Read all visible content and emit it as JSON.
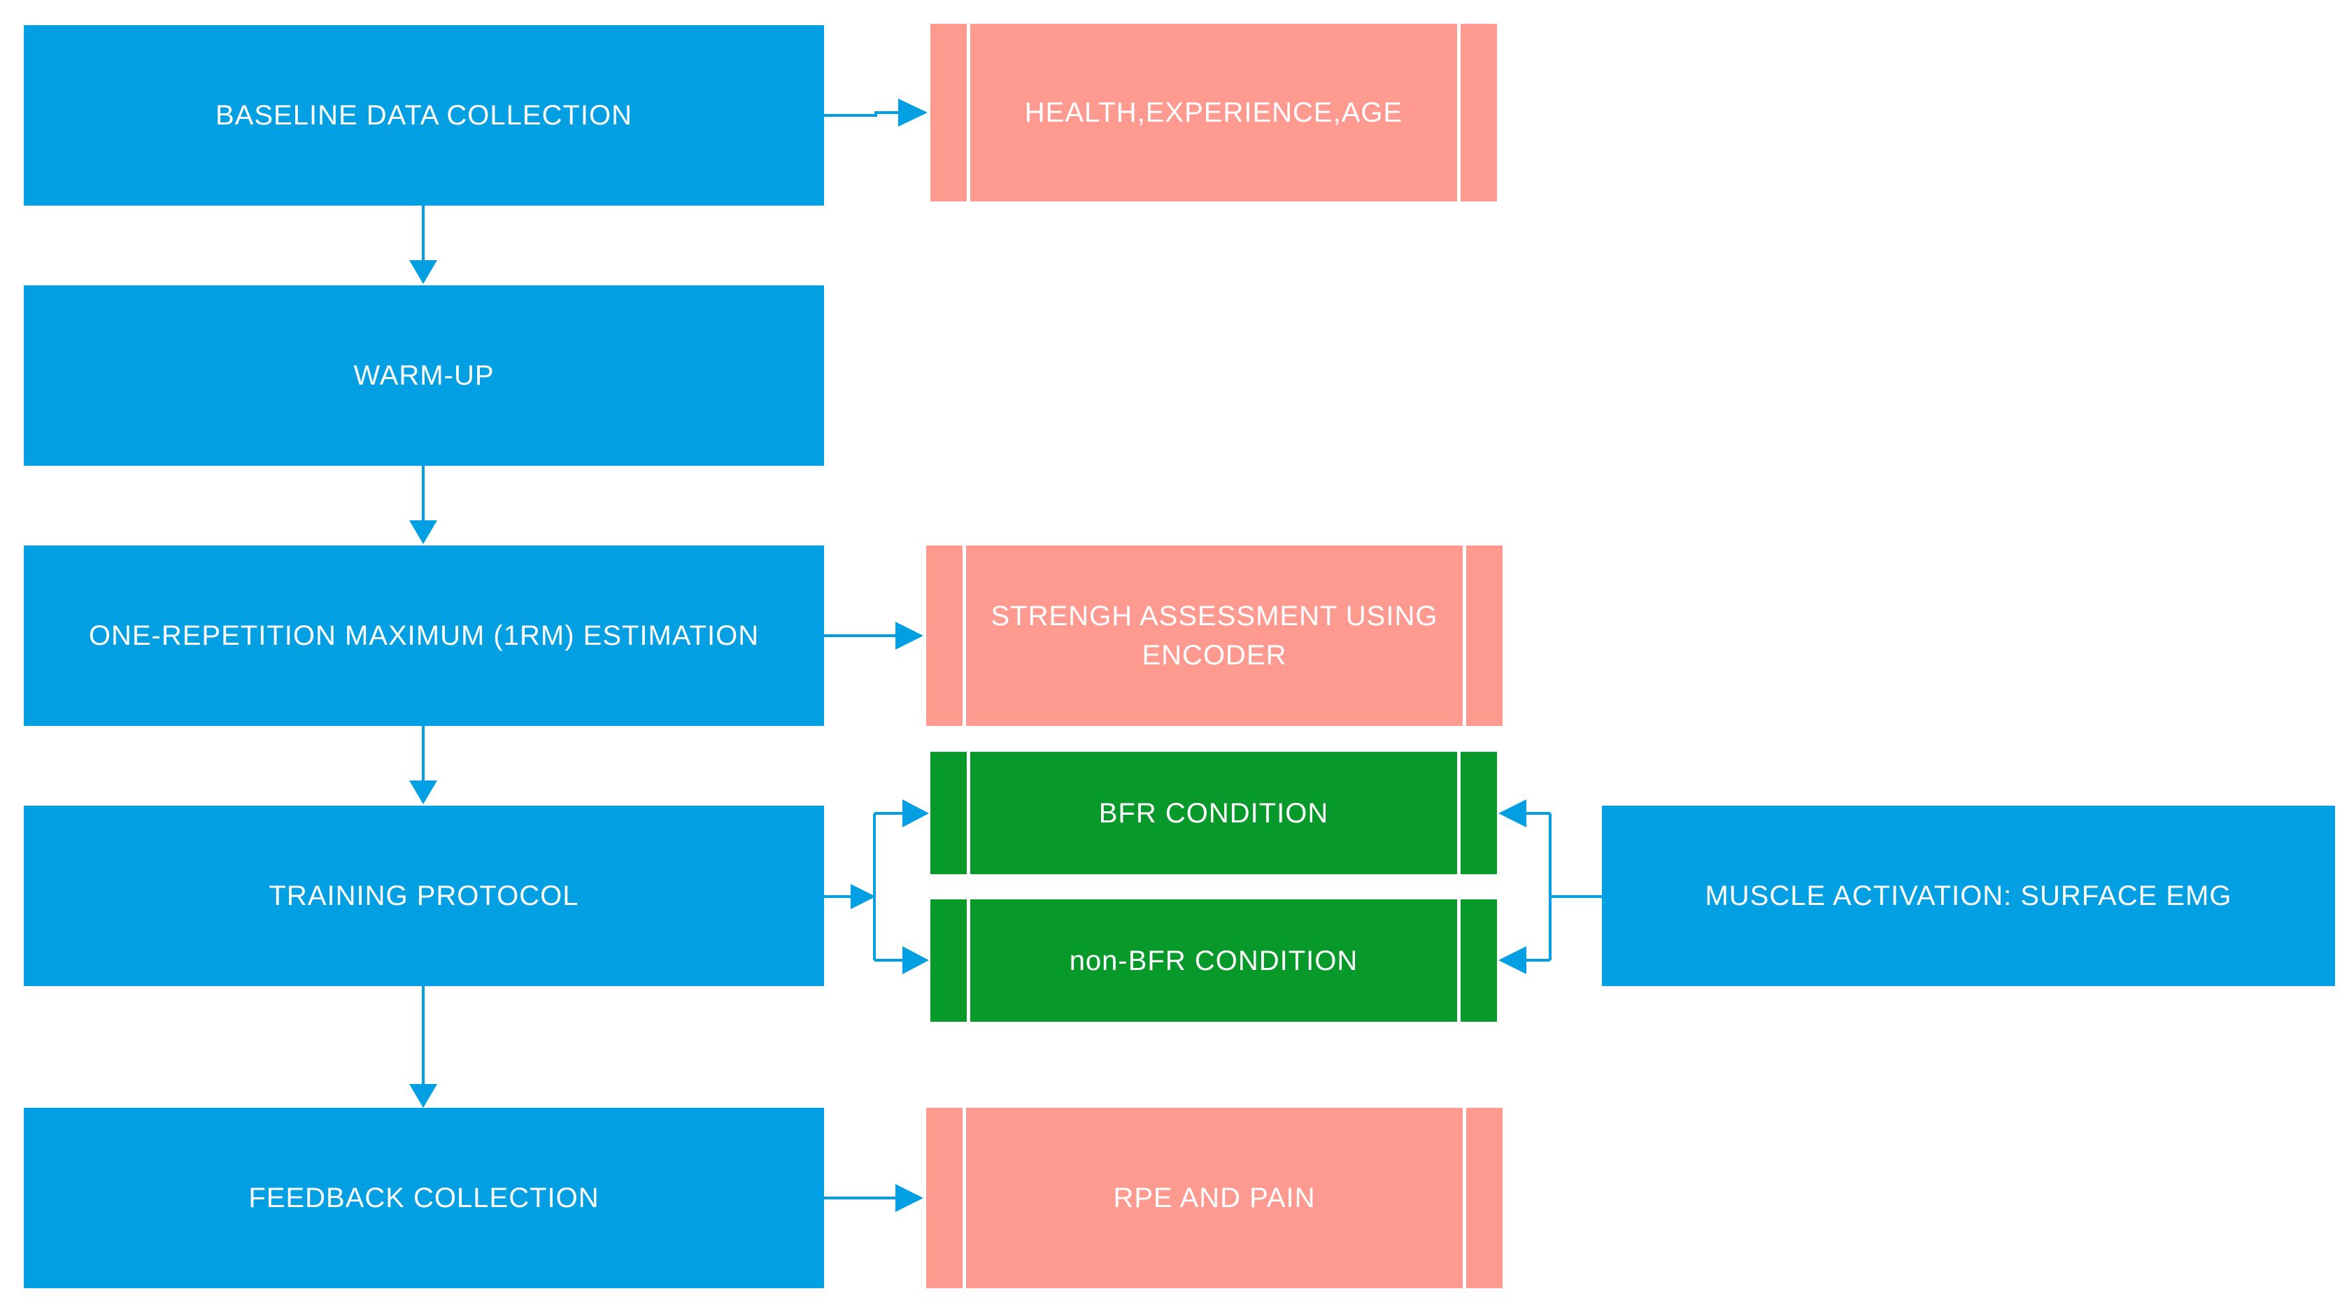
{
  "colors": {
    "main": "#02A0E3",
    "outcome": "#FE9A90",
    "condition": "#079A2A",
    "connector": "#02A0E3"
  },
  "steps": {
    "baseline": "BASELINE DATA COLLECTION",
    "warmup": "WARM-UP",
    "one_rm": "ONE-REPETITION MAXIMUM (1RM) ESTIMATION",
    "training": "TRAINING PROTOCOL",
    "feedback": "FEEDBACK COLLECTION"
  },
  "outcomes": {
    "health": "HEALTH,EXPERIENCE,AGE",
    "strength": "STRENGH ASSESSMENT USING ENCODER",
    "rpe": "RPE AND PAIN"
  },
  "conditions": {
    "bfr": "BFR CONDITION",
    "non_bfr": "non-BFR CONDITION"
  },
  "measurement": {
    "emg": "MUSCLE ACTIVATION: SURFACE EMG"
  }
}
